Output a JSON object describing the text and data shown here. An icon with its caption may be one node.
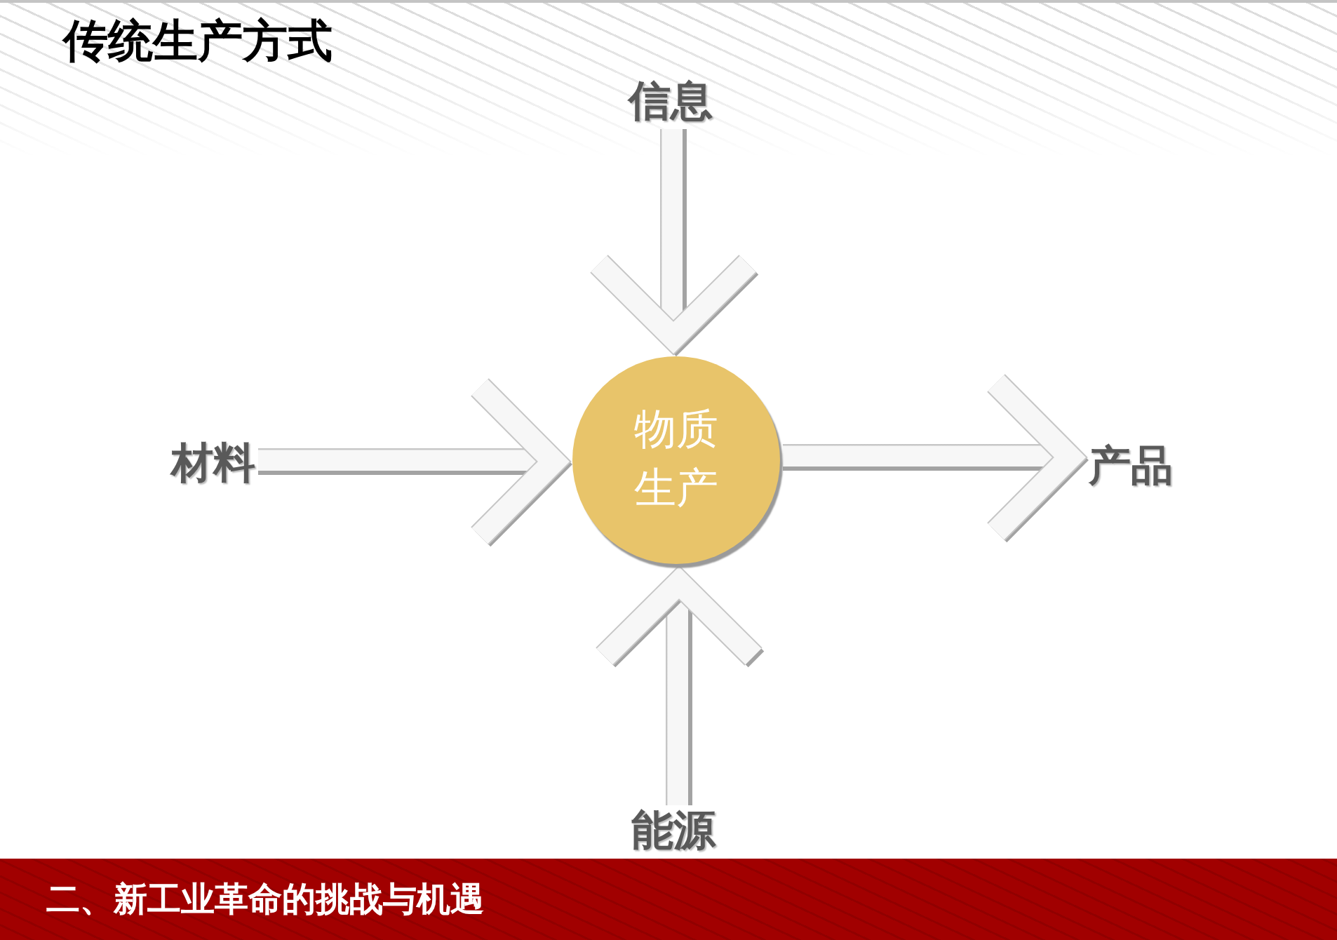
{
  "diagram": {
    "title": "传统生产方式",
    "nodes": [
      {
        "text": [
          "物质生产"
        ]
      },
      {
        "text": [
          "信息"
        ]
      },
      {
        "text": [
          "材料"
        ]
      },
      {
        "text": [
          "产品"
        ]
      },
      {
        "text": [
          "能源"
        ]
      }
    ],
    "edges": [
      {
        "from": 1,
        "to": 0,
        "arrow": "to"
      },
      {
        "from": 2,
        "to": 0,
        "arrow": "to"
      },
      {
        "from": 0,
        "to": 3,
        "arrow": "to"
      },
      {
        "from": 4,
        "to": 0,
        "arrow": "to"
      }
    ],
    "labels": [
      "二、新工业革命的挑战与机遇"
    ]
  }
}
